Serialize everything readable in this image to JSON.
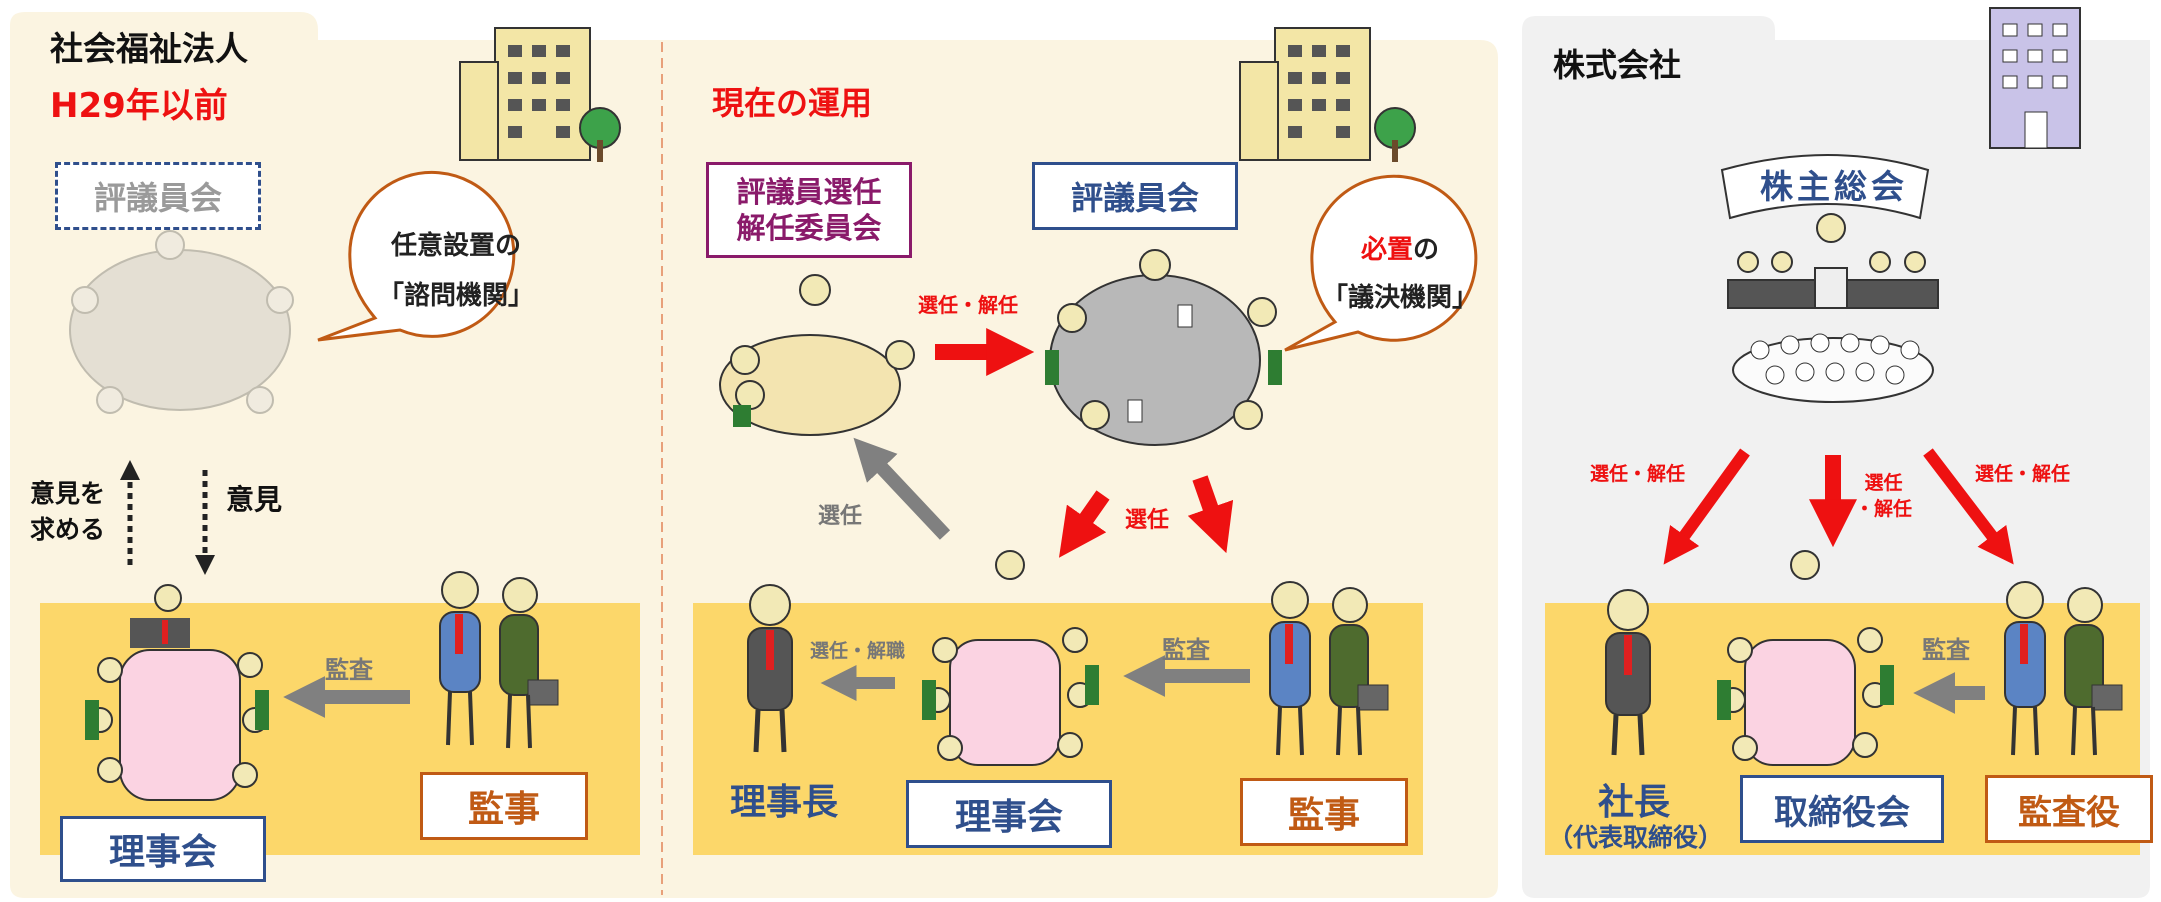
{
  "panel_left": {
    "title": "社会福祉法人",
    "subtitle": "H29年以前",
    "council_label": "評議員会",
    "bubble_line1": "任意設置の",
    "bubble_line2": "「諮問機関」",
    "ask_opinion": "意見を\n求める",
    "opinion": "意見",
    "audit_arrow": "監査",
    "auditor_label": "監事",
    "board_label": "理事会"
  },
  "panel_middle": {
    "title": "現在の運用",
    "selection_committee": "評議員選任\n解任委員会",
    "council_label": "評議員会",
    "appoint_dismiss": "選任・解任",
    "bubble_em": "必置",
    "bubble_rest": "の",
    "bubble_line2": "「議決機関」",
    "select_grey": "選任",
    "select_red": "選任",
    "select_dismiss_grey": "選任・解職",
    "audit_arrow": "監査",
    "chairman_label": "理事長",
    "board_label": "理事会",
    "auditor_label": "監事"
  },
  "panel_right": {
    "title": "株式会社",
    "banner": "株主総会",
    "appoint_left": "選任・解任",
    "appoint_center": "選任\n・解任",
    "appoint_right": "選任・解任",
    "audit_arrow": "監査",
    "president_label": "社長",
    "president_sub": "（代表取締役）",
    "directors_label": "取締役会",
    "auditor_label": "監査役"
  },
  "colors": {
    "panel_cream": "#fbf4e1",
    "panel_grey": "#f1f1f1",
    "band_yellow": "#fcd76a",
    "blue_box": "#2f4f8c",
    "orange_box": "#c05a14",
    "purple_box": "#8a1a6a",
    "red": "#ee1111",
    "grey_arrow": "#808080"
  }
}
